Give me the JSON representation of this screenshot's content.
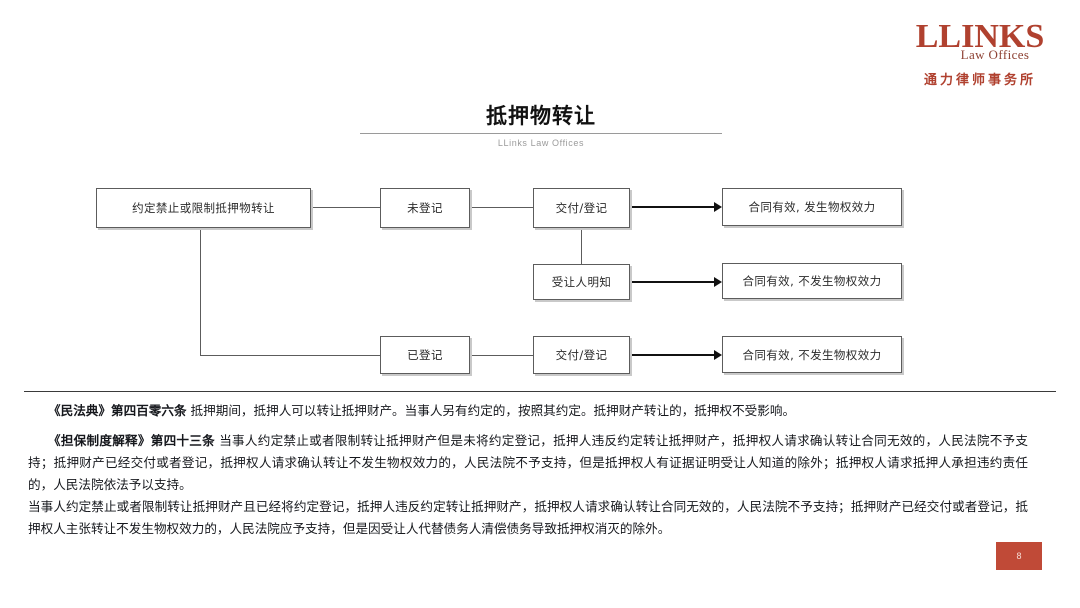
{
  "logo": {
    "main": "LLINKS",
    "sub": "Law Offices",
    "cn": "通力律师事务所",
    "brand_color": "#b0412f"
  },
  "title": {
    "heading": "抵押物转让",
    "subheading": "LLinks Law Offices"
  },
  "flowchart": {
    "nodes": {
      "root": "约定禁止或限制抵押物转让",
      "unregistered": "未登记",
      "delivery_reg_top": "交付/登记",
      "transferee_aware": "受让人明知",
      "registered": "已登记",
      "delivery_reg_bottom": "交付/登记",
      "result_top": "合同有效, 发生物权效力",
      "result_mid": "合同有效, 不发生物权效力",
      "result_bottom": "合同有效, 不发生物权效力"
    }
  },
  "body": {
    "paragraph1_label": "《民法典》第四百零六条",
    "paragraph1_text": " 抵押期间，抵押人可以转让抵押财产。当事人另有约定的，按照其约定。抵押财产转让的，抵押权不受影响。",
    "paragraph2_label": "《担保制度解释》第四十三条",
    "paragraph2_text": " 当事人约定禁止或者限制转让抵押财产但是未将约定登记，抵押人违反约定转让抵押财产，抵押权人请求确认转让合同无效的，人民法院不予支持；抵押财产已经交付或者登记，抵押权人请求确认转让不发生物权效力的，人民法院不予支持，但是抵押权人有证据证明受让人知道的除外；抵押权人请求抵押人承担违约责任的，人民法院依法予以支持。",
    "paragraph3_text": "当事人约定禁止或者限制转让抵押财产且已经将约定登记，抵押人违反约定转让抵押财产，抵押权人请求确认转让合同无效的，人民法院不予支持；抵押财产已经交付或者登记，抵押权人主张转让不发生物权效力的，人民法院应予支持，但是因受让人代替债务人清偿债务导致抵押权消灭的除外。"
  },
  "page_number": "8"
}
